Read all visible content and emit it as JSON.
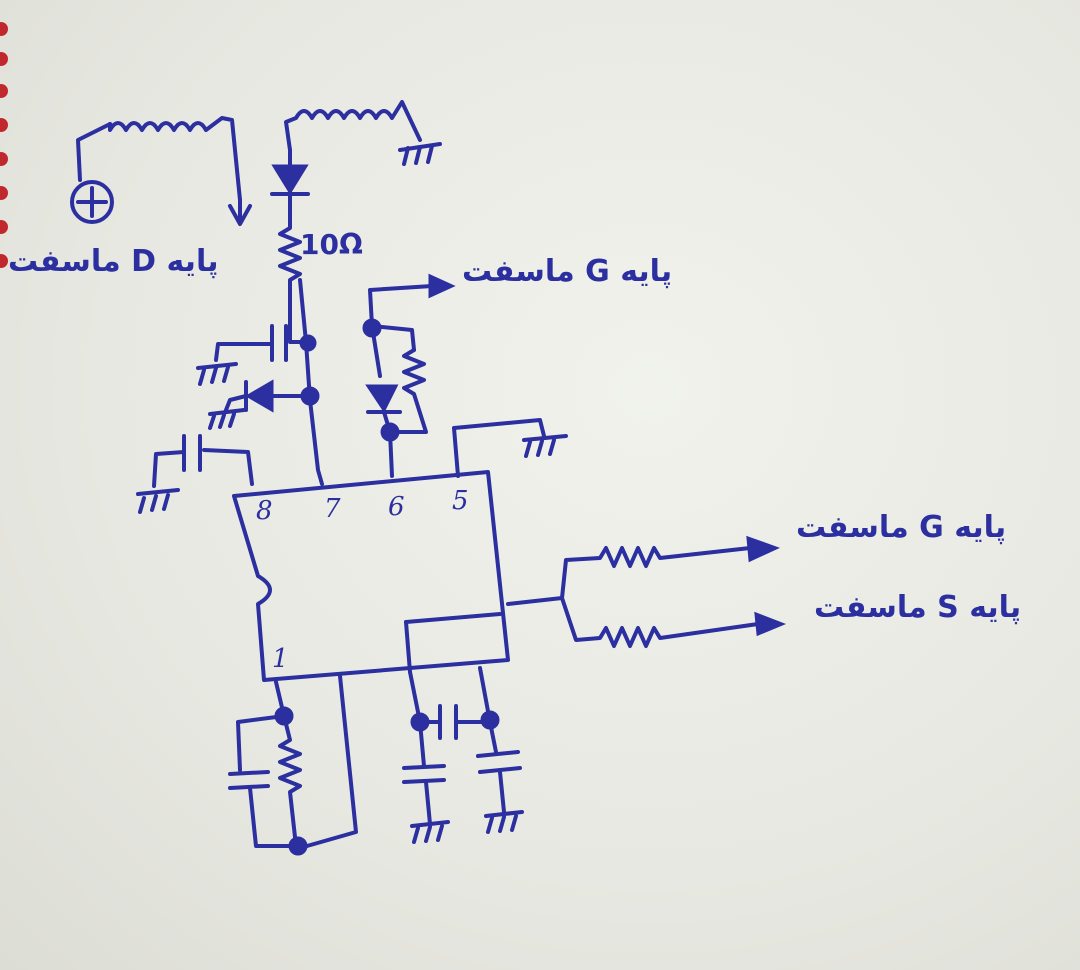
{
  "colors": {
    "ink": "#2b2fa0",
    "paper": "#eeefe9",
    "binding": "#c0282e"
  },
  "resistor_label": "10Ω",
  "labels": {
    "drain_pin": "پایه D ماسفت",
    "gate_pin_top": "پایه G ماسفت",
    "gate_pin_right": "پایه G ماسفت",
    "source_pin_right": "پایه S ماسفت"
  },
  "ic": {
    "pins_top": [
      "8",
      "7",
      "6",
      "5"
    ],
    "pin_bottom": "1"
  }
}
